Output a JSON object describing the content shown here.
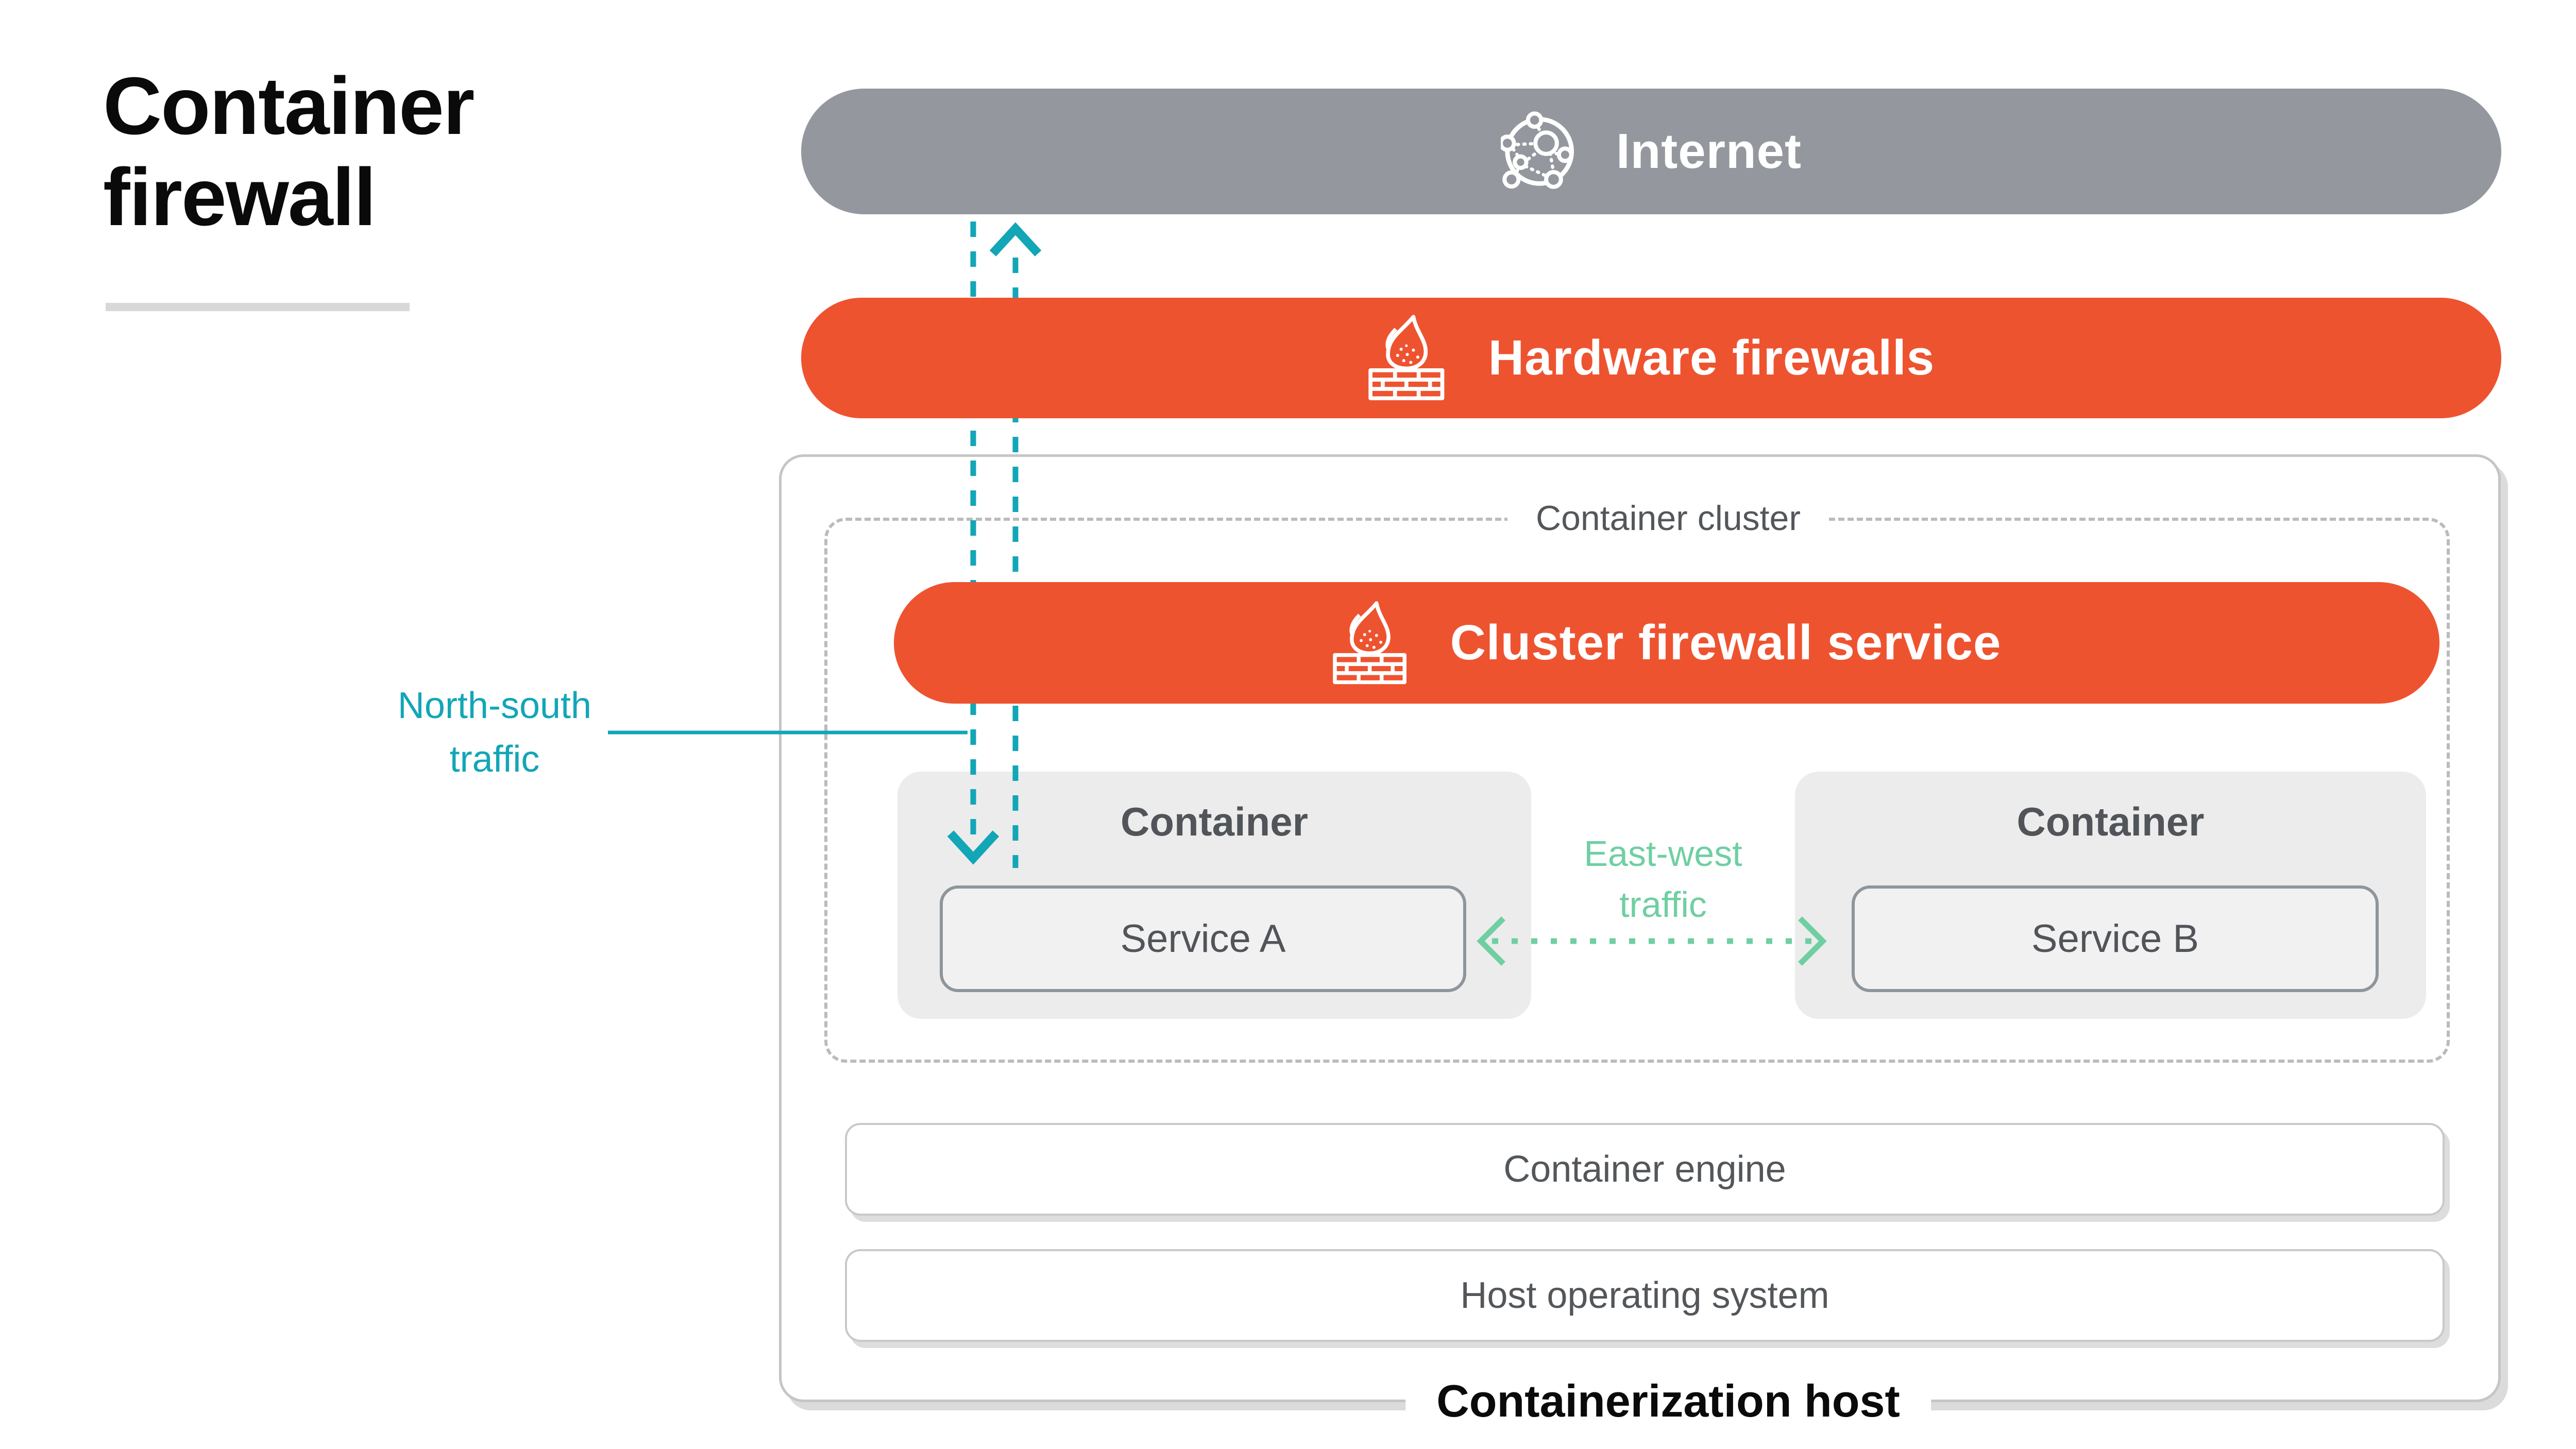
{
  "title": {
    "line1": "Container",
    "line2": "firewall"
  },
  "colors": {
    "orange": "#EE5330",
    "gray_bar": "#94989E",
    "teal": "#12A6B7",
    "mint": "#6FCFA2",
    "text_dark": "#54575A",
    "container_fill": "#ECECEC",
    "service_fill": "#F1F1F1",
    "service_border": "#8E959B",
    "host_border": "#C5C5C5",
    "cluster_border": "#BBBBBB",
    "bar_border": "#C9C9C9",
    "underline": "#D8D8D8"
  },
  "diagram": {
    "internet": {
      "label": "Internet",
      "icon": "globe-network-icon"
    },
    "hardware_firewalls": {
      "label": "Hardware firewalls",
      "icon": "firewall-flame-icon"
    },
    "container_cluster": {
      "label": "Container cluster"
    },
    "cluster_firewall_service": {
      "label": "Cluster firewall service",
      "icon": "firewall-flame-icon"
    },
    "containers": [
      {
        "label": "Container",
        "service": "Service A"
      },
      {
        "label": "Container",
        "service": "Service B"
      }
    ],
    "container_engine": {
      "label": "Container engine"
    },
    "host_operating_system": {
      "label": "Host operating system"
    },
    "containerization_host": {
      "label": "Containerization host"
    }
  },
  "traffic_labels": {
    "north_south": {
      "line1": "North-south",
      "line2": "traffic"
    },
    "east_west": {
      "line1": "East-west",
      "line2": "traffic"
    }
  }
}
